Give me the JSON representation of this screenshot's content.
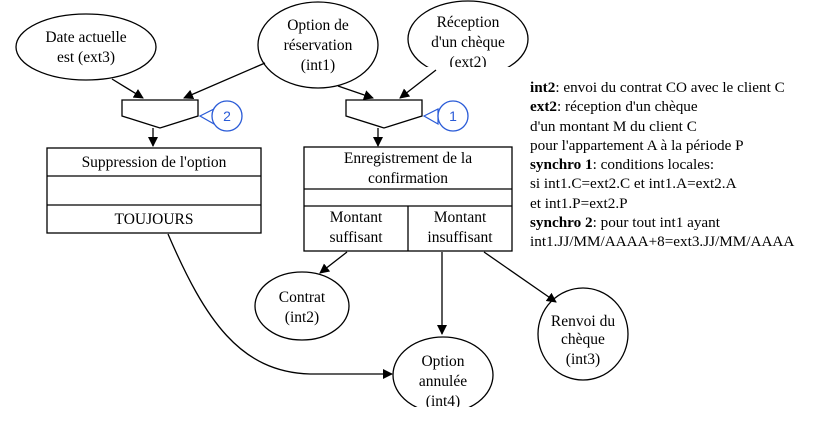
{
  "events": {
    "date": [
      "Date actuelle",
      "est (ext3)"
    ],
    "option": [
      "Option de",
      "réservation",
      "(int1)"
    ],
    "cheque": [
      "Réception",
      "d'un chèque",
      "(ext2)"
    ],
    "contrat": [
      "Contrat",
      "(int2)"
    ],
    "annulee": [
      "Option",
      "annulée",
      "(int4)"
    ],
    "renvoi": [
      "Renvoi du",
      "chèque",
      "(int3)"
    ]
  },
  "sync_labels": {
    "left": "2",
    "right": "1"
  },
  "left_box": {
    "title": "Suppression de l'option",
    "middle": "",
    "bottom": "TOUJOURS"
  },
  "right_box": {
    "title": [
      "Enregistrement de la",
      "confirmation"
    ],
    "cond_left": [
      "Montant",
      "suffisant"
    ],
    "cond_right": [
      "Montant",
      "insuffisant"
    ]
  },
  "legend": [
    {
      "bold": "int2",
      "text": ": envoi du contrat CO avec le client C"
    },
    {
      "bold": "ext2",
      "text": ": réception d'un chèque"
    },
    {
      "bold": "",
      "text": "d'un montant M du client C"
    },
    {
      "bold": "",
      "text": "pour l'appartement A à la période P"
    },
    {
      "bold": "synchro 1",
      "text": ": conditions locales:"
    },
    {
      "bold": "",
      "text": "si int1.C=ext2.C et int1.A=ext2.A"
    },
    {
      "bold": "",
      "text": "et int1.P=ext2.P"
    },
    {
      "bold": "synchro 2",
      "text": ": pour tout int1 ayant"
    },
    {
      "bold": "",
      "text": "int1.JJ/MM/AAAA+8=ext3.JJ/MM/AAAA"
    }
  ],
  "colors": {
    "sync_circle": "#2a5bd7",
    "lines": "#000000"
  }
}
